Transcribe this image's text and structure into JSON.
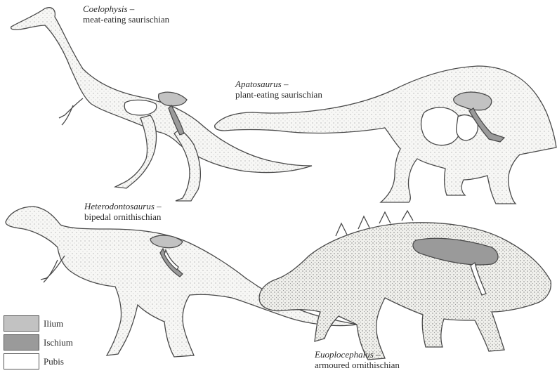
{
  "figure": {
    "labels": [
      {
        "key": "coelophysis",
        "name": "Coelophysis –",
        "desc": "meat-eating saurischian"
      },
      {
        "key": "apatosaurus",
        "name": "Apatosaurus –",
        "desc": "plant-eating saurischian"
      },
      {
        "key": "heterodontosaurus",
        "name": "Heterodontosaurus –",
        "desc": "bipedal ornithischian"
      },
      {
        "key": "euoplocephalus",
        "name": "Euoplocephalus –",
        "desc": "armoured ornithischian"
      }
    ],
    "legend": [
      {
        "label": "Ilium",
        "color": "#c2c2c2"
      },
      {
        "label": "Ischium",
        "color": "#9a9a9a"
      },
      {
        "label": "Pubis",
        "color": "#ffffff"
      }
    ],
    "colors": {
      "outline": "#4a4a4a",
      "body": "#f7f7f5",
      "ilium": "#c2c2c2",
      "ischium": "#9a9a9a",
      "pubis": "#ffffff"
    }
  }
}
